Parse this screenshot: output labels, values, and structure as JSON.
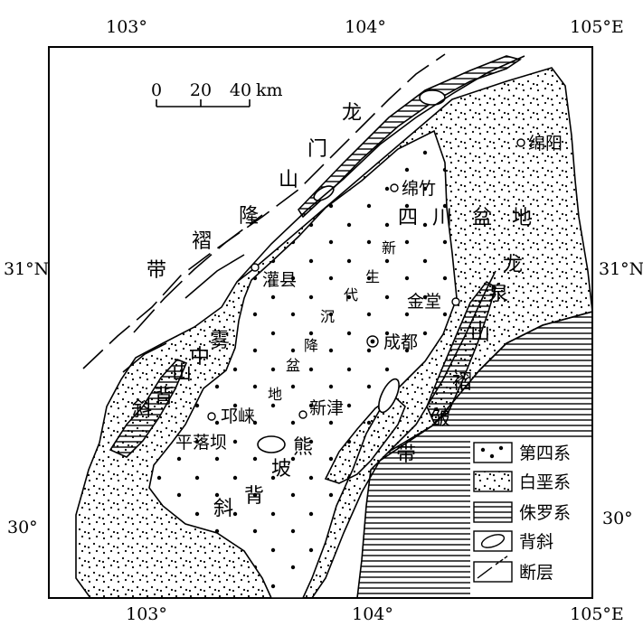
{
  "coords": {
    "top": [
      "103°",
      "104°",
      "105°E"
    ],
    "bottom": [
      "103°",
      "104°",
      "105°E"
    ],
    "left": [
      "31°N",
      "30°"
    ],
    "right": [
      "31°N",
      "30°"
    ]
  },
  "scale": {
    "ticks": [
      "0",
      "20",
      "40"
    ],
    "unit": "km"
  },
  "zones": {
    "longmenshan": [
      "龙",
      "门",
      "山",
      "隆",
      "褶",
      "带"
    ],
    "basin_depression": [
      "新",
      "生",
      "代",
      "沉",
      "降",
      "盆",
      "地"
    ],
    "longquanshan": [
      "龙",
      "泉",
      "山",
      "褶",
      "皱",
      "带"
    ],
    "wuzhongshan": [
      "雾",
      "中",
      "山",
      "背",
      "斜"
    ],
    "xiongpo": [
      "熊",
      "坡",
      "背",
      "斜"
    ],
    "sichuan_basin": [
      "四",
      "川",
      "盆",
      "地"
    ]
  },
  "places": {
    "mianyang": "绵阳",
    "mianzhu": "绵竹",
    "guanxian": "灌县",
    "jintang": "金堂",
    "chengdu": "成都",
    "qionglai": "邛崃",
    "xinjin": "新津",
    "pingluoba": "平落坝"
  },
  "legend": [
    {
      "key": "quaternary",
      "label": "第四系"
    },
    {
      "key": "cretaceous",
      "label": "白垩系"
    },
    {
      "key": "jurassic",
      "label": "侏罗系"
    },
    {
      "key": "anticline",
      "label": "背斜"
    },
    {
      "key": "fault",
      "label": "断层"
    }
  ]
}
